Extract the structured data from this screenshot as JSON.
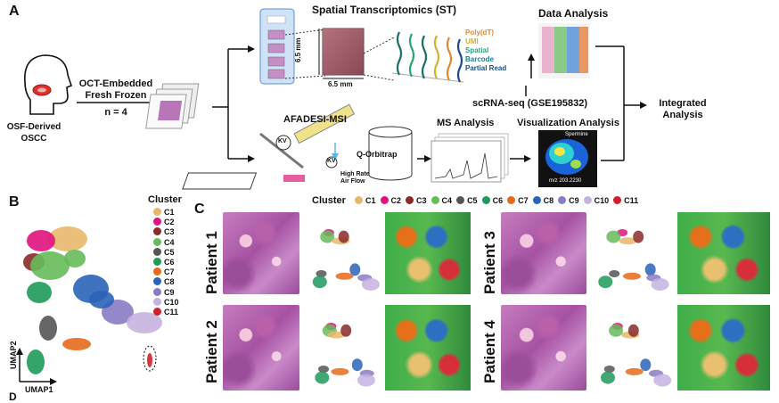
{
  "panels": {
    "a": "A",
    "b": "B",
    "c": "C",
    "d": "D"
  },
  "panel_a": {
    "osf_label": "OSF-Derived\nOSCC",
    "oct_label": "OCT-Embedded\nFresh Frozen",
    "n_label": "n = 4",
    "st_title": "Spatial Transcriptomics (ST)",
    "dim_vertical": "6.5 mm",
    "dim_horizontal": "6.5 mm",
    "st_components": [
      {
        "label": "Poly(dT)",
        "color": "#e0892a"
      },
      {
        "label": "UMI",
        "color": "#d8b030"
      },
      {
        "label": "Spatial",
        "color": "#2aa57a"
      },
      {
        "label": "Barcode",
        "color": "#1e7f9a"
      },
      {
        "label": "Partial Read",
        "color": "#1d4f8a"
      }
    ],
    "data_analysis": "Data Analysis",
    "scrna": "scRNA-seq (GSE195832)",
    "integrated": "Integrated\nAnalysis",
    "afadesi": "AFADESI-MSI",
    "q_orbitrap": "Q-Orbitrap",
    "kv1": "KV",
    "kv2": "KV",
    "air_flow": "High Rate\nAir Flow",
    "ms_analysis": "MS Analysis",
    "vis_analysis": "Visualization Analysis",
    "spermine": "Spermine",
    "mz": "m/z  203.2230"
  },
  "cluster_title": "Cluster",
  "clusters": [
    {
      "label": "C1",
      "color": "#e8b86a"
    },
    {
      "label": "C2",
      "color": "#e0137e"
    },
    {
      "label": "C3",
      "color": "#8a2a2a"
    },
    {
      "label": "C4",
      "color": "#66bb5a"
    },
    {
      "label": "C5",
      "color": "#555555"
    },
    {
      "label": "C6",
      "color": "#1e9a5a"
    },
    {
      "label": "C7",
      "color": "#e56a1c"
    },
    {
      "label": "C8",
      "color": "#2a63b8"
    },
    {
      "label": "C9",
      "color": "#8a7bc4"
    },
    {
      "label": "C10",
      "color": "#c6b2e0"
    },
    {
      "label": "C11",
      "color": "#d21f2f"
    }
  ],
  "umap": {
    "xlabel": "UMAP1",
    "ylabel": "UMAP2"
  },
  "patients": [
    "Patient 1",
    "Patient 2",
    "Patient 3",
    "Patient 4"
  ]
}
